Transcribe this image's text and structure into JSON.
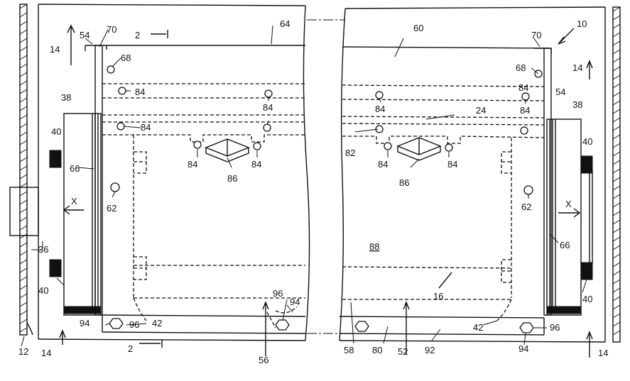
{
  "figure": {
    "labels": [
      {
        "id": "l10",
        "text": "10"
      },
      {
        "id": "l12",
        "text": "12"
      },
      {
        "id": "l14a",
        "text": "14"
      },
      {
        "id": "l14b",
        "text": "14"
      },
      {
        "id": "l14c",
        "text": "14"
      },
      {
        "id": "l14d",
        "text": "14"
      },
      {
        "id": "l16",
        "text": "16"
      },
      {
        "id": "l2a",
        "text": "2"
      },
      {
        "id": "l2b",
        "text": "2"
      },
      {
        "id": "l24",
        "text": "24"
      },
      {
        "id": "l36",
        "text": "36"
      },
      {
        "id": "l38a",
        "text": "38"
      },
      {
        "id": "l38b",
        "text": "38"
      },
      {
        "id": "l40a",
        "text": "40"
      },
      {
        "id": "l40b",
        "text": "40"
      },
      {
        "id": "l40c",
        "text": "40"
      },
      {
        "id": "l40d",
        "text": "40"
      },
      {
        "id": "l42a",
        "text": "42"
      },
      {
        "id": "l42b",
        "text": "42"
      },
      {
        "id": "l52",
        "text": "52"
      },
      {
        "id": "l54a",
        "text": "54"
      },
      {
        "id": "l54b",
        "text": "54"
      },
      {
        "id": "l56",
        "text": "56"
      },
      {
        "id": "l58",
        "text": "58"
      },
      {
        "id": "l60",
        "text": "60"
      },
      {
        "id": "l62a",
        "text": "62"
      },
      {
        "id": "l62b",
        "text": "62"
      },
      {
        "id": "l64",
        "text": "64"
      },
      {
        "id": "l66a",
        "text": "66"
      },
      {
        "id": "l66b",
        "text": "66"
      },
      {
        "id": "l68a",
        "text": "68"
      },
      {
        "id": "l68b",
        "text": "68"
      },
      {
        "id": "l70a",
        "text": "70"
      },
      {
        "id": "l70b",
        "text": "70"
      },
      {
        "id": "l80",
        "text": "80"
      },
      {
        "id": "l82",
        "text": "82"
      },
      {
        "id": "l84a",
        "text": "84"
      },
      {
        "id": "l84b",
        "text": "84"
      },
      {
        "id": "l84c",
        "text": "84"
      },
      {
        "id": "l84d",
        "text": "84"
      },
      {
        "id": "l84e",
        "text": "84"
      },
      {
        "id": "l84f",
        "text": "84"
      },
      {
        "id": "l84g",
        "text": "84"
      },
      {
        "id": "l84h",
        "text": "84"
      },
      {
        "id": "l84i",
        "text": "84"
      },
      {
        "id": "l84j",
        "text": "84"
      },
      {
        "id": "l86a",
        "text": "86"
      },
      {
        "id": "l86b",
        "text": "86"
      },
      {
        "id": "l88",
        "text": "88"
      },
      {
        "id": "l92",
        "text": "92"
      },
      {
        "id": "l94a",
        "text": "94"
      },
      {
        "id": "l94b",
        "text": "94"
      },
      {
        "id": "l94c",
        "text": "94"
      },
      {
        "id": "l96a",
        "text": "96"
      },
      {
        "id": "l96b",
        "text": "96"
      },
      {
        "id": "l96c",
        "text": "96"
      },
      {
        "id": "lXa",
        "text": "X"
      },
      {
        "id": "lXb",
        "text": "X"
      }
    ]
  }
}
